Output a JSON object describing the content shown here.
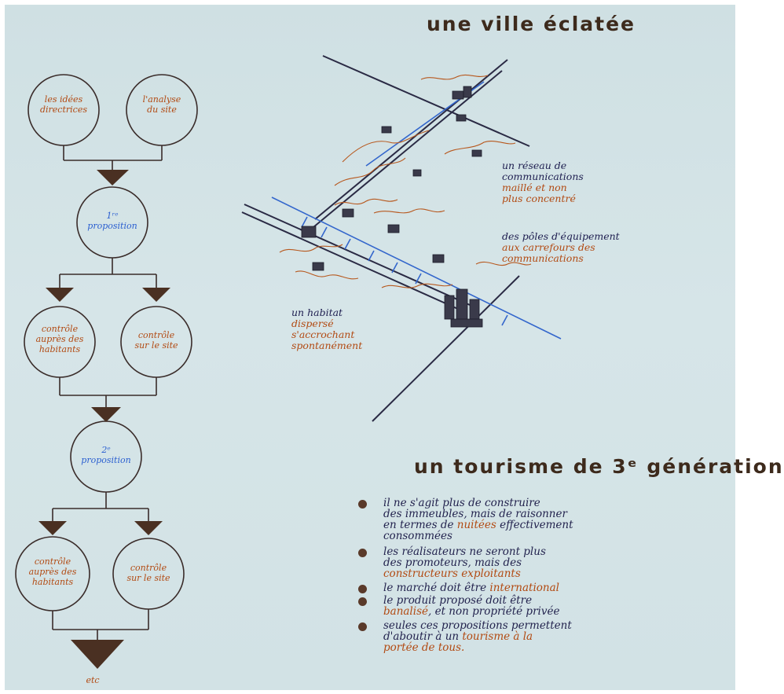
{
  "titles": {
    "ville": "une ville éclatée",
    "tourisme": "un tourisme de 3ᵉ génération"
  },
  "flowchart": {
    "circle_ideas": [
      "les idées",
      "directrices"
    ],
    "circle_analyse": [
      "l'analyse",
      "du site"
    ],
    "circle_prop1": [
      "1ʳᵉ",
      "proposition"
    ],
    "circle_controle_hab_1": [
      "contrôle",
      "auprès des",
      "habitants"
    ],
    "circle_controle_site_1": [
      "contrôle",
      "sur le site"
    ],
    "circle_prop2": [
      "2ᵉ",
      "proposition"
    ],
    "circle_controle_hab_2": [
      "contrôle",
      "auprès des",
      "habitants"
    ],
    "circle_controle_site_2": [
      "contrôle",
      "sur le site"
    ],
    "end_label": "etc"
  },
  "map_annotations": {
    "reseau": {
      "line1": "un réseau de",
      "line2": "communications",
      "line3": "maillé et non",
      "line4": "plus concentré"
    },
    "poles": {
      "line1": "des pôles d'équipement",
      "line2": "aux carrefours des",
      "line3": "communications"
    },
    "habitat": {
      "line1": "un habitat",
      "line2": "dispersé",
      "line3": "s'accrochant",
      "line4": "spontanément"
    }
  },
  "bullets": [
    {
      "lines": [
        "il ne s'agit plus de construire",
        "des immeubles, mais de raisonner"
      ],
      "line3_pre": "en termes de ",
      "line3_accent": "nuitées",
      "line3_post": " effectivement",
      "line4": "consommées"
    },
    {
      "line1": "les réalisateurs ne seront plus",
      "line2": "des promoteurs, mais des",
      "line3_accent": "constructeurs exploitants"
    },
    {
      "pre": "le marché doit être ",
      "accent": "international"
    },
    {
      "line1": "le produit proposé doit être",
      "line2_accent": "banalisé",
      "line2_post": ", et non propriété privée"
    },
    {
      "line1": "seules ces propositions permettent",
      "line2_pre": "d'aboutir à un ",
      "line2_accent": "tourisme à la",
      "line3_accent": "portée de tous."
    }
  ],
  "colors": {
    "title": "#3d2a1c",
    "handwriting_dark": "#1e1e50",
    "handwriting_orange": "#b24a12",
    "handwriting_blue": "#2a5fd0",
    "circle_stroke": "#3a2c2a",
    "arrow_fill": "#4a3022",
    "background": "#d2e2e5"
  }
}
